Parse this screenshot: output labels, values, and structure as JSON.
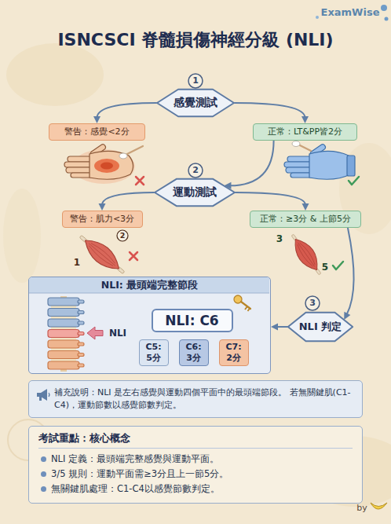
{
  "diagram": {
    "title": "ISNCSCI 脊髓損傷神經分級 (NLI)",
    "nodes": [
      {
        "text": [
          "感覺測試"
        ]
      },
      {
        "text": [
          "警告：感覺<2分"
        ]
      },
      {
        "text": [
          "正常：LT&PP皆2分"
        ]
      },
      {
        "text": [
          "運動測試"
        ]
      },
      {
        "text": [
          "警告：肌力<3分"
        ]
      },
      {
        "text": [
          "正常：≥3分 & 上節5分"
        ]
      },
      {
        "text": [
          "NLI: 最頭端完整節段"
        ]
      },
      {
        "text": [
          "NLI: C6"
        ],
        "in": 6
      },
      {
        "text": [
          "C5: 5分"
        ],
        "in": 6
      },
      {
        "text": [
          "C6: 3分"
        ],
        "in": 6
      },
      {
        "text": [
          "C7: 2分"
        ],
        "in": 6
      },
      {
        "text": [
          "NLI 判定"
        ]
      },
      {
        "text": [
          "補充說明：NLI 是左右感覺與運動四個平面中的最頭端節段。 若無關鍵肌(C1-C4)，運動節數以感覺節數判定。"
        ]
      },
      {
        "text": [
          "考試重點：核心概念",
          "NLI 定義：最頭端完整感覺與運動平面。",
          "3/5 規則：運動平面需≥3分且上一節5分。",
          "無關鍵肌處理：C1-C4以感覺節數判定。"
        ]
      }
    ],
    "edges": [
      {
        "from": 0,
        "to": 1,
        "arrow": "to"
      },
      {
        "from": 0,
        "to": 2,
        "arrow": "to"
      },
      {
        "from": 2,
        "to": 3,
        "arrow": "to"
      },
      {
        "from": 3,
        "to": 4,
        "arrow": "to"
      },
      {
        "from": 3,
        "to": 5,
        "arrow": "to"
      },
      {
        "from": 5,
        "to": 11,
        "arrow": "to"
      },
      {
        "from": 11,
        "to": 6,
        "arrow": "to"
      }
    ],
    "labels": [
      "ExamWise",
      "1",
      "2",
      "2",
      "1",
      "3",
      "5",
      "NLI",
      "3",
      "by"
    ]
  }
}
